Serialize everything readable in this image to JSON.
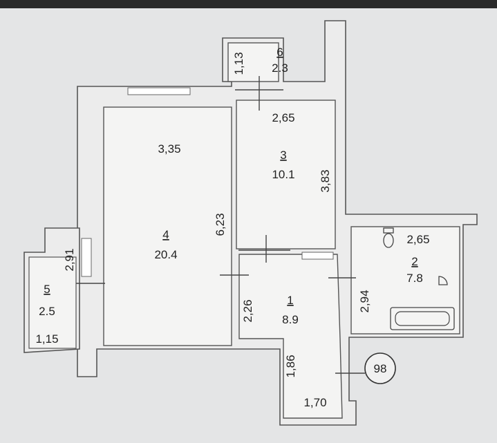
{
  "plan": {
    "rooms": [
      {
        "number": "4",
        "area": "20.4"
      },
      {
        "number": "3",
        "area": "10.1"
      },
      {
        "number": "2",
        "area": "7.8"
      },
      {
        "number": "1",
        "area": "8.9"
      },
      {
        "number": "5",
        "area": "2.5"
      },
      {
        "number": "6",
        "area": "2.3"
      }
    ],
    "dimensions": {
      "room4_width": "3,35",
      "room4_length": "6,23",
      "room3_width": "2,65",
      "room3_length": "3,83",
      "room2_width": "2,65",
      "room2_length": "2,94",
      "room1_length": "2,26",
      "corridor_length": "1,86",
      "corridor_width": "1,70",
      "balcony5_length": "2,91",
      "balcony5_width": "1,15",
      "balcony6_width": "1,13"
    },
    "apartment_number": "98"
  }
}
